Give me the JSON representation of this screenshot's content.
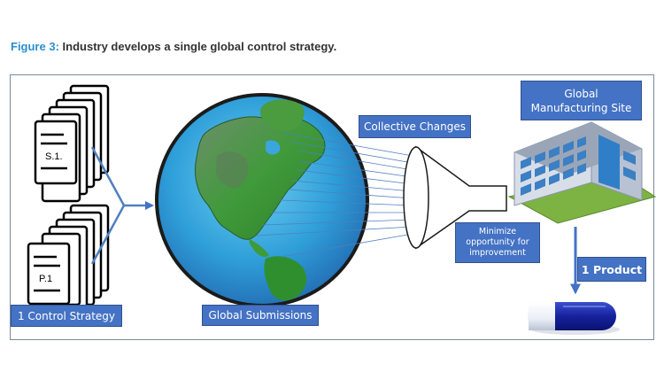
{
  "caption": {
    "figure_label": "Figure 3:",
    "text": "Industry develops a single global control strategy."
  },
  "documents": {
    "spec_label": "S.1.",
    "product_label": "P.1"
  },
  "labels": {
    "control_strategy": "1 Control Strategy",
    "global_submissions": "Global Submissions",
    "collective_changes": "Collective Changes",
    "global_site": "Global\nManufacturing Site",
    "minimize": "Minimize\nopportunity for\nimprovement",
    "product": "1 Product"
  },
  "colors": {
    "accent_blue": "#4472c4",
    "caption_blue": "#2a8fd0",
    "arrow_blue": "#4f7fc0",
    "ocean": "#3aa6dd",
    "land": "#3c9a36"
  },
  "icons": [
    "document-stack-icon",
    "globe-icon",
    "funnel-icon",
    "factory-building-icon",
    "capsule-icon"
  ]
}
